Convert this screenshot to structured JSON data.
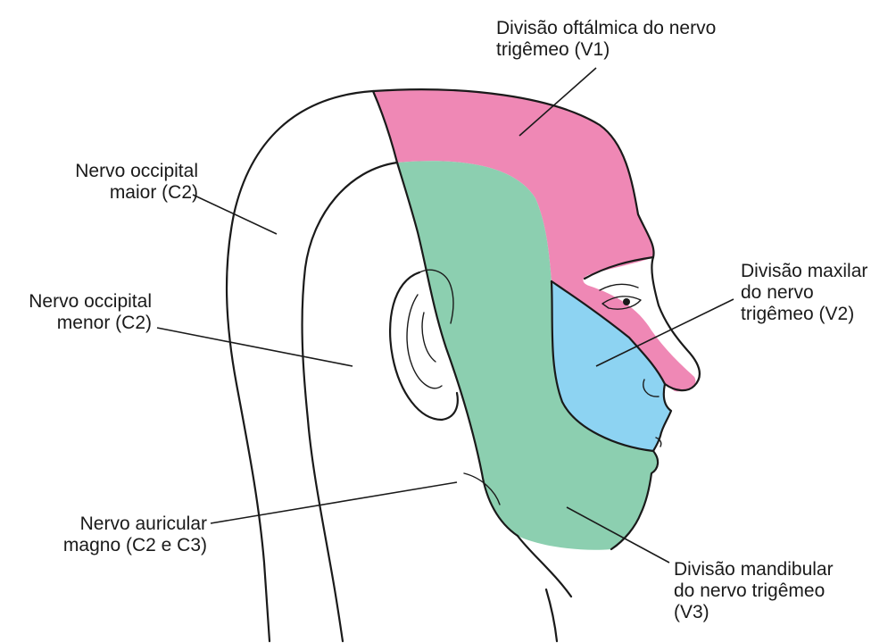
{
  "colors": {
    "v1_ophthalmic": "#ef88b5",
    "v2_maxillary": "#8dd3f2",
    "v3_mandibular": "#8ccfb0",
    "outline": "#1a1a1a",
    "background": "#ffffff"
  },
  "labels": {
    "v1": {
      "line1": "Divisão oftálmica do nervo",
      "line2": "trigêmeo (V1)"
    },
    "v2": {
      "line1": "Divisão maxilar",
      "line2": "do nervo",
      "line3": "trigêmeo (V2)"
    },
    "v3": {
      "line1": "Divisão mandibular",
      "line2": "do nervo trigêmeo",
      "line3": "(V3)"
    },
    "greater_occipital": {
      "line1": "Nervo occipital",
      "line2": "maior (C2)"
    },
    "lesser_occipital": {
      "line1": "Nervo occipital",
      "line2": "menor (C2)"
    },
    "great_auricular": {
      "line1": "Nervo auricular",
      "line2": "magno (C2 e C3)"
    }
  }
}
